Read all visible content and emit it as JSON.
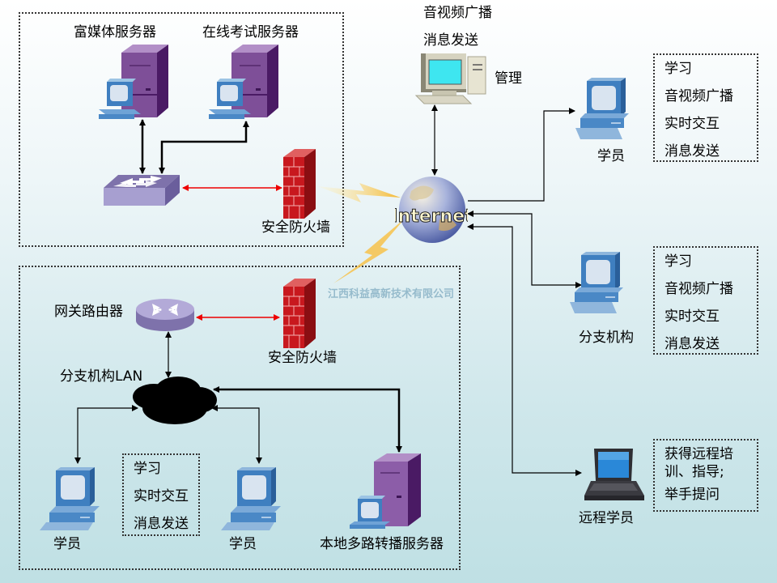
{
  "diagram": {
    "title": "远程教育网络拓扑",
    "datacenter": {
      "rich_media_server": "富媒体服务器",
      "online_exam_server": "在线考试服务器",
      "firewall": "安全防火墙"
    },
    "admin": {
      "line1": "音视频广播",
      "line2": "消息发送",
      "label": "管理"
    },
    "internet": {
      "label": "Internet"
    },
    "student": {
      "label": "学员",
      "features": [
        "学习",
        "音视频广播",
        "实时交互",
        "消息发送"
      ]
    },
    "branch": {
      "label": "分支机构",
      "features": [
        "学习",
        "音视频广播",
        "实时交互",
        "消息发送"
      ]
    },
    "remote_student": {
      "label": "远程学员",
      "features": [
        "获得远程培",
        "训、指导;",
        "举手提问"
      ]
    },
    "branch_lan": {
      "gateway_router": "网关路由器",
      "firewall": "安全防火墙",
      "lan_label": "分支机构LAN",
      "student_left": "学员",
      "student_right": "学员",
      "features": [
        "学习",
        "实时交互",
        "消息发送"
      ],
      "multicast_server": "本地多路转播服务器"
    },
    "watermark": "江西科益高新技术有限公司"
  }
}
